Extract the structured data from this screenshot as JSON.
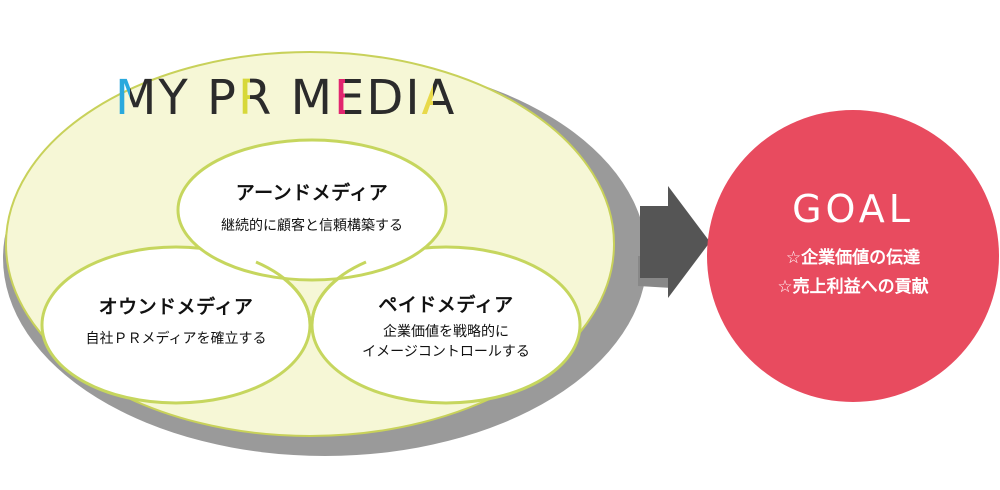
{
  "brand": {
    "title": "MY PR MEDIA",
    "letter_colors": [
      "#2aa9dd",
      "#2b2b2b",
      "#ffffff",
      "#2b2b2b",
      "#d7d83a",
      "#2b2b2b",
      "#ffffff",
      "#e2256f",
      "#2b2b2b",
      "#2b2b2b",
      "#e8d94a"
    ]
  },
  "media": {
    "earned": {
      "title": "アーンドメディア",
      "desc": "継続的に顧客と信頼構築する"
    },
    "owned": {
      "title": "オウンドメディア",
      "desc": "自社ＰＲメディアを確立する"
    },
    "paid": {
      "title": "ペイドメディア",
      "desc_lines": [
        "企業価値を戦略的に",
        "イメージコントロールする"
      ]
    }
  },
  "goal": {
    "title": "GOAL",
    "items": [
      "☆企業価値の伝達",
      "☆売上利益への貢献"
    ]
  },
  "colors": {
    "big_oval_fill": "#f6f7d6",
    "big_oval_stroke": "#c8d15a",
    "shadow": "#9a9a9a",
    "inner_fill": "#ffffff",
    "inner_stroke": "#c6d65e",
    "arrow": "#555555",
    "goal_fill": "#e84b5f"
  },
  "icons": [
    "arrow-right-icon"
  ]
}
